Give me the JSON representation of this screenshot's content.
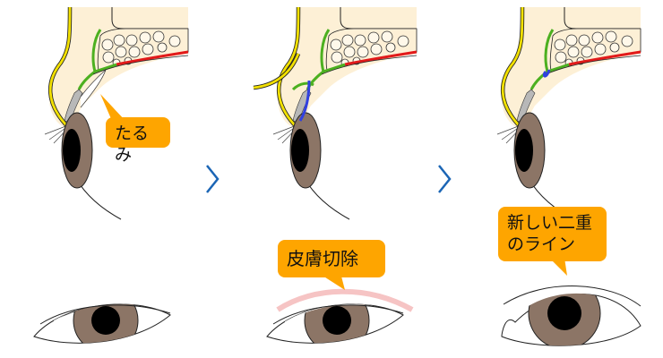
{
  "callouts": {
    "sagging": "たるみ",
    "skin_excision": "皮膚切除",
    "new_line_1": "新しい二重",
    "new_line_2": "のライン"
  },
  "colors": {
    "skin": "#fdf0d6",
    "orbicularis": "#f2e000",
    "septum": "#4cb020",
    "levator": "#e21a1a",
    "tarsus": "#b8b8b8",
    "iris": "#8c7566",
    "suture": "#3040e0",
    "callout": "#fea500",
    "arrow": "#1b65b5",
    "incision": "#f6c4c4"
  },
  "icons": [
    "chevron-right-icon",
    "chevron-right-icon"
  ]
}
